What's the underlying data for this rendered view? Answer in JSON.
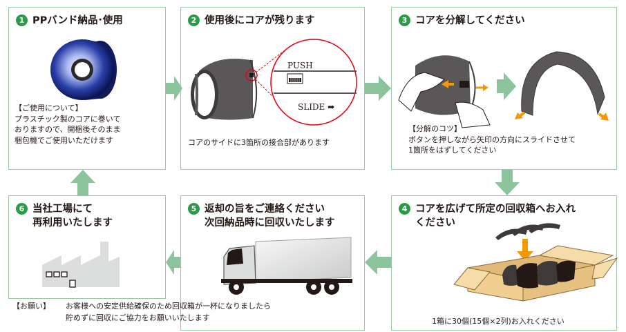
{
  "steps": [
    {
      "number": "1",
      "title_lines": [
        "PPバンド納品･使用"
      ],
      "text_lines": [
        "【ご使用について】",
        "プラスチック製のコアに巻いて",
        "おりますので、開梱後そのまま",
        "梱包機でご使用いただけます"
      ]
    },
    {
      "number": "2",
      "title_lines": [
        "使用後にコアが残ります"
      ],
      "text_lines": [
        "コアのサイドに3箇所の接合部があります"
      ],
      "callout": {
        "push": "PUSH",
        "slide": "SLIDE ➡"
      }
    },
    {
      "number": "3",
      "title_lines": [
        "コアを分解してください"
      ],
      "text_lines": [
        "【分解のコツ】",
        "ボタンを押しながら矢印の方向にスライドさせて",
        "1箇所をはずしてください"
      ]
    },
    {
      "number": "4",
      "title_lines": [
        "コアを広げて所定の回収箱へお入れ",
        "ください"
      ],
      "text_lines": [
        "1箱に30個(15個×2列)お入れください"
      ]
    },
    {
      "number": "5",
      "title_lines": [
        "返却の旨をご連絡ください",
        "次回納品時に回収いたします"
      ],
      "text_lines": []
    },
    {
      "number": "6",
      "title_lines": [
        "当社工場にて",
        "再利用いたします"
      ],
      "text_lines": []
    }
  ],
  "note": {
    "tag": "【お願い】",
    "lines": [
      "お客様への安定供給確保のため回収箱が一杯になりましたら",
      "貯めずに回収にご協力をお願いいたします"
    ]
  },
  "colors": {
    "accent": "#2c9b48",
    "arrow": "#8cc49b",
    "border": "#9bc9a8",
    "orange": "#f39800"
  }
}
